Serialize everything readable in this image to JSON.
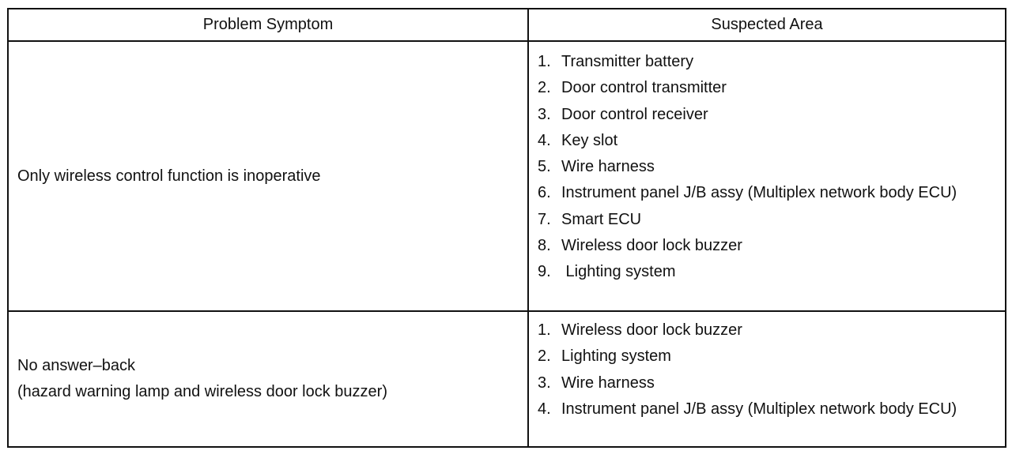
{
  "table": {
    "headers": {
      "symptom": "Problem Symptom",
      "area": "Suspected Area"
    },
    "rows": [
      {
        "symptom_lines": [
          "Only wireless control function is inoperative"
        ],
        "areas": [
          {
            "num": "1.",
            "text": "Transmitter battery"
          },
          {
            "num": "2.",
            "text": "Door control transmitter"
          },
          {
            "num": "3.",
            "text": "Door control receiver"
          },
          {
            "num": "4.",
            "text": "Key slot"
          },
          {
            "num": "5.",
            "text": "Wire harness"
          },
          {
            "num": "6.",
            "text": "Instrument panel J/B assy (Multiplex network body ECU)"
          },
          {
            "num": "7.",
            "text": "Smart ECU"
          },
          {
            "num": "8.",
            "text": "Wireless door lock buzzer"
          },
          {
            "num": "9.",
            "text": " Lighting system"
          }
        ]
      },
      {
        "symptom_lines": [
          "No answer–back",
          "(hazard warning lamp and wireless door lock buzzer)"
        ],
        "areas": [
          {
            "num": "1.",
            "text": "Wireless door lock buzzer"
          },
          {
            "num": "2.",
            "text": "Lighting system"
          },
          {
            "num": "3.",
            "text": "Wire harness"
          },
          {
            "num": "4.",
            "text": "Instrument panel J/B assy (Multiplex network body ECU)"
          }
        ]
      }
    ]
  }
}
